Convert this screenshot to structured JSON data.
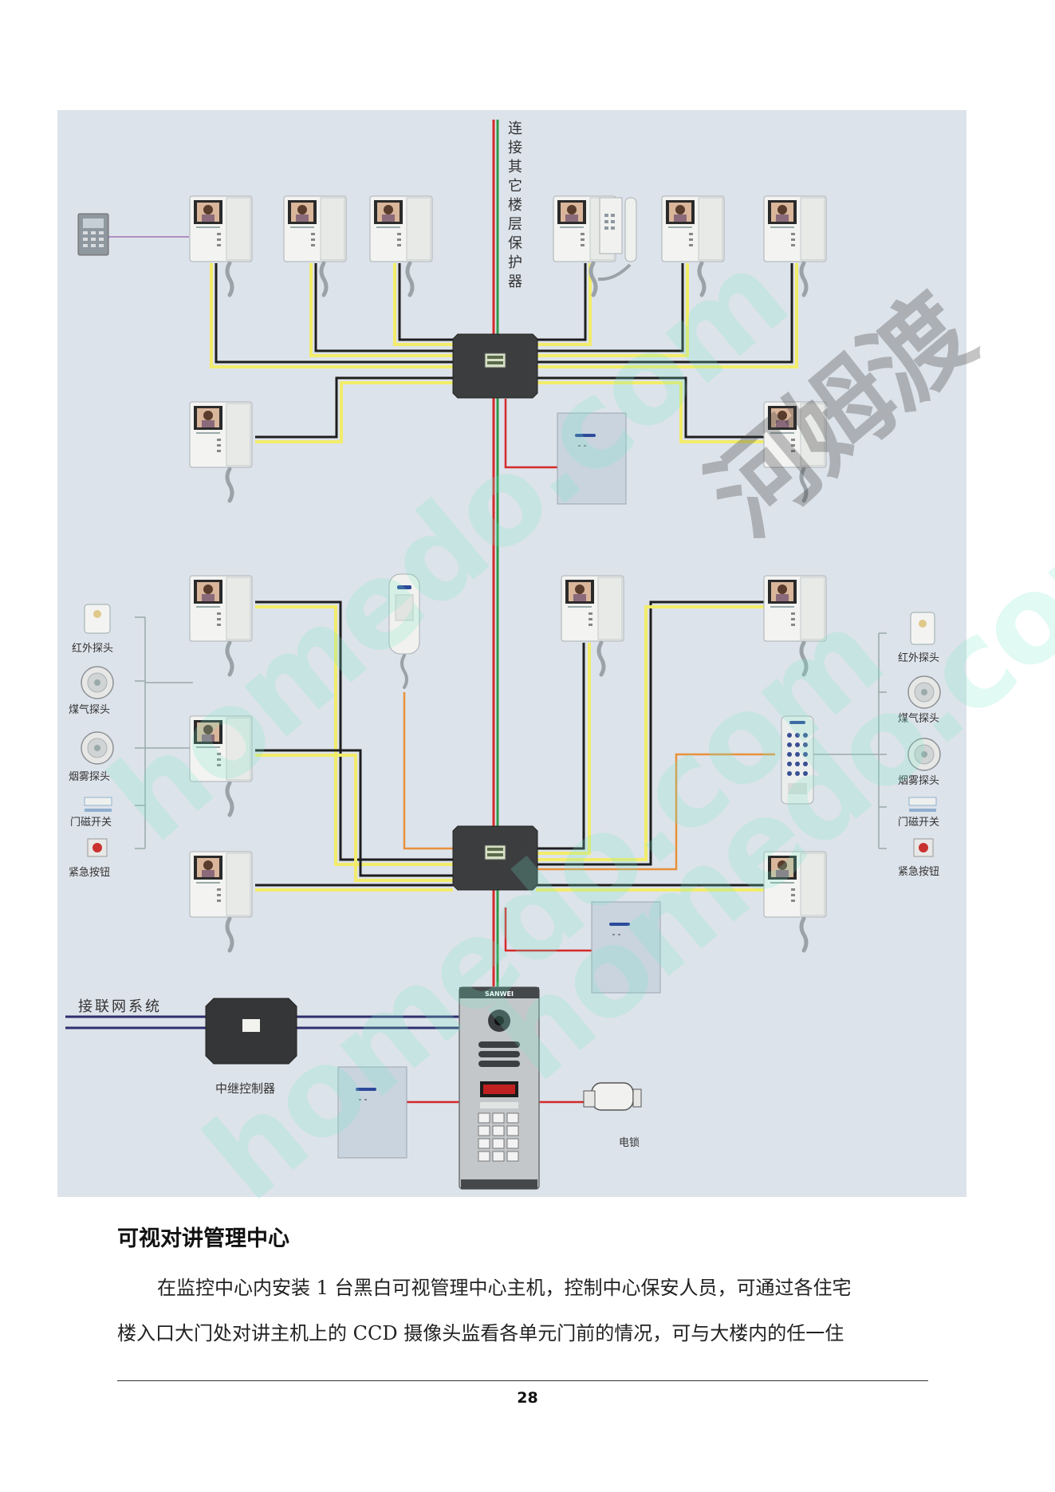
{
  "diagram": {
    "vertical_label": [
      "连",
      "接",
      "其",
      "它",
      "楼",
      "层",
      "保",
      "护",
      "器"
    ],
    "sensors_left": {
      "infrared": "红外探头",
      "gas": "煤气探头",
      "smoke": "烟雾探头",
      "door": "门磁开关",
      "emergency": "紧急按钮"
    },
    "sensors_right": {
      "infrared": "红外探头",
      "gas": "煤气探头",
      "smoke": "烟雾探头",
      "door": "门磁开关",
      "emergency": "紧急按钮"
    },
    "network_label": "接联网系统",
    "relay_controller_label": "中继控制器",
    "door_panel_brand": "SANWEI",
    "electric_lock_label": "电锁",
    "colors": {
      "panel_bg": "#dde3ea",
      "yellow_wire": "#f2ec6a",
      "black_wire": "#1e1e1e",
      "red_wire": "#d42a2a",
      "green_wire": "#2f9a4a",
      "orange_wire": "#e8913a",
      "navy_wire": "#2d2f6e"
    }
  },
  "section": {
    "heading": "可视对讲管理中心",
    "paragraph_line1": "在监控中心内安装 1 台黑白可视管理中心主机，控制中心保安人员，可通过各住宅",
    "paragraph_line2": "楼入口大门处对讲主机上的 CCD 摄像头监看各单元门前的情况，可与大楼内的任一住"
  },
  "footer": {
    "page_number": "28"
  },
  "watermark": {
    "brand": "河姆渡",
    "url": "homedo.com"
  }
}
